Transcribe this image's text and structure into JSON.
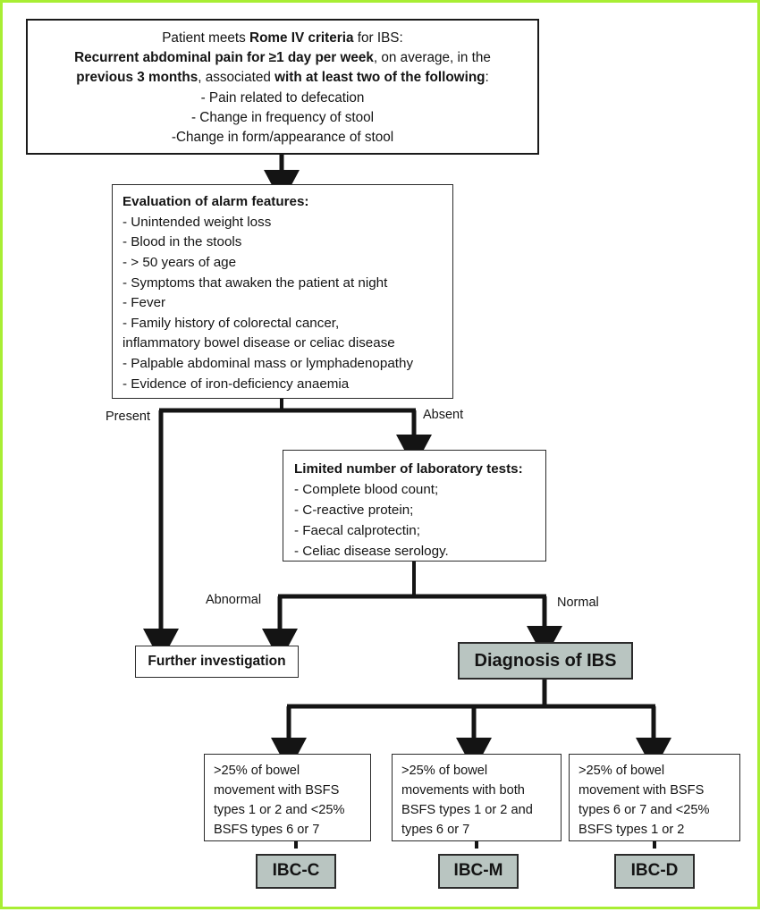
{
  "figure": {
    "type": "flowchart",
    "title": "IBS diagnostic algorithm",
    "border_color": "#a8ee33",
    "shade_color": "#b9c5c1",
    "line_color": "#1a1a1a"
  },
  "nodes": {
    "criteria": {
      "name": "rome-iv-criteria",
      "lines": [
        {
          "segments": [
            {
              "text": "Patient meets ",
              "bold": false
            },
            {
              "text": "Rome IV criteria",
              "bold": true
            },
            {
              "text": " for IBS:",
              "bold": false
            }
          ]
        },
        {
          "segments": [
            {
              "text": "Recurrent abdominal pain for ≥1 day per week",
              "bold": true
            },
            {
              "text": ", on average, in the",
              "bold": false
            }
          ]
        },
        {
          "segments": [
            {
              "text": "previous 3 months",
              "bold": true
            },
            {
              "text": ", associated ",
              "bold": false
            },
            {
              "text": "with at least two of the following",
              "bold": true
            },
            {
              "text": ":",
              "bold": false
            }
          ]
        },
        {
          "segments": [
            {
              "text": "- Pain related to defecation",
              "bold": false
            }
          ]
        },
        {
          "segments": [
            {
              "text": "- Change in frequency of stool",
              "bold": false
            }
          ]
        },
        {
          "segments": [
            {
              "text": "-Change in form/appearance of stool",
              "bold": false
            }
          ]
        }
      ]
    },
    "alarm": {
      "name": "alarm-features",
      "heading": "Evaluation of alarm features:",
      "items": [
        "- Unintended weight loss",
        "- Blood in the stools",
        "- > 50 years of age",
        "- Symptoms that awaken the patient at night",
        "- Fever",
        "- Family history of colorectal cancer,",
        "inflammatory bowel disease or celiac disease",
        "- Palpable abdominal mass or lymphadenopathy",
        "- Evidence of iron-deficiency anaemia"
      ]
    },
    "lab": {
      "name": "laboratory-tests",
      "heading": "Limited number of laboratory tests:",
      "items": [
        "- Complete blood count;",
        "- C-reactive protein;",
        "- Faecal calprotectin;",
        "- Celiac disease serology."
      ]
    },
    "further_investigation": {
      "name": "further-investigation",
      "label": "Further investigation"
    },
    "diagnosis": {
      "name": "diagnosis-of-ibs",
      "label": "Diagnosis of IBS"
    },
    "subtypes": [
      {
        "name": "subtype-criteria-c",
        "lines": [
          ">25% of bowel",
          "movement with BSFS",
          "types 1 or 2 and <25%",
          "BSFS types 6 or 7"
        ]
      },
      {
        "name": "subtype-criteria-m",
        "lines": [
          ">25% of bowel",
          "movements with both",
          "BSFS types 1 or 2 and",
          "types 6 or 7"
        ]
      },
      {
        "name": "subtype-criteria-d",
        "lines": [
          ">25% of bowel",
          "movement with BSFS",
          "types 6 or 7 and <25%",
          "BSFS types 1 or 2"
        ]
      }
    ],
    "finals": [
      {
        "name": "final-label-ibc-c",
        "label": "IBC-C"
      },
      {
        "name": "final-label-ibc-m",
        "label": "IBC-M"
      },
      {
        "name": "final-label-ibc-d",
        "label": "IBC-D"
      }
    ]
  },
  "edge_labels": {
    "present": "Present",
    "absent": "Absent",
    "abnormal": "Abnormal",
    "normal": "Normal"
  }
}
